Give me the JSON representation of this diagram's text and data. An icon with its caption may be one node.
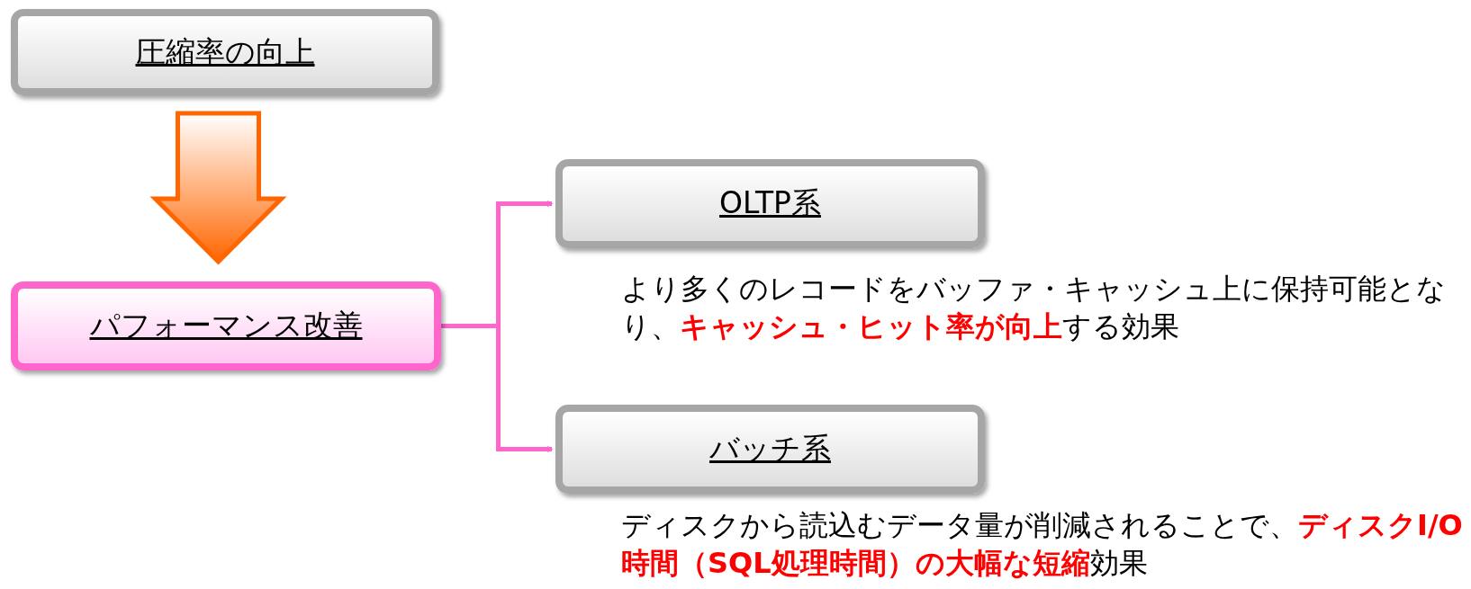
{
  "diagram": {
    "nodes": [
      {
        "text": [
          "圧縮率の向上"
        ]
      },
      {
        "text": [
          "パフォーマンス改善"
        ]
      },
      {
        "text": [
          "OLTP系"
        ],
        "beside": [
          "より多くのレコードをバッファ・キャッシュ上に保持可能となり、**キャッシュ・ヒット率が向上**する効果"
        ]
      },
      {
        "text": [
          "バッチ系"
        ],
        "beside": [
          "ディスクから読込むデータ量が削減されることで、**ディスクI/O時間（SQL処理時間）の大幅な短縮**効果"
        ]
      }
    ],
    "edges": [
      {
        "from": 0,
        "to": 1,
        "arrow": "to",
        "style": "thick",
        "color": "#ff6600"
      },
      {
        "from": 1,
        "to": 2,
        "arrow": "to"
      },
      {
        "from": 1,
        "to": 3,
        "arrow": "to"
      }
    ]
  }
}
